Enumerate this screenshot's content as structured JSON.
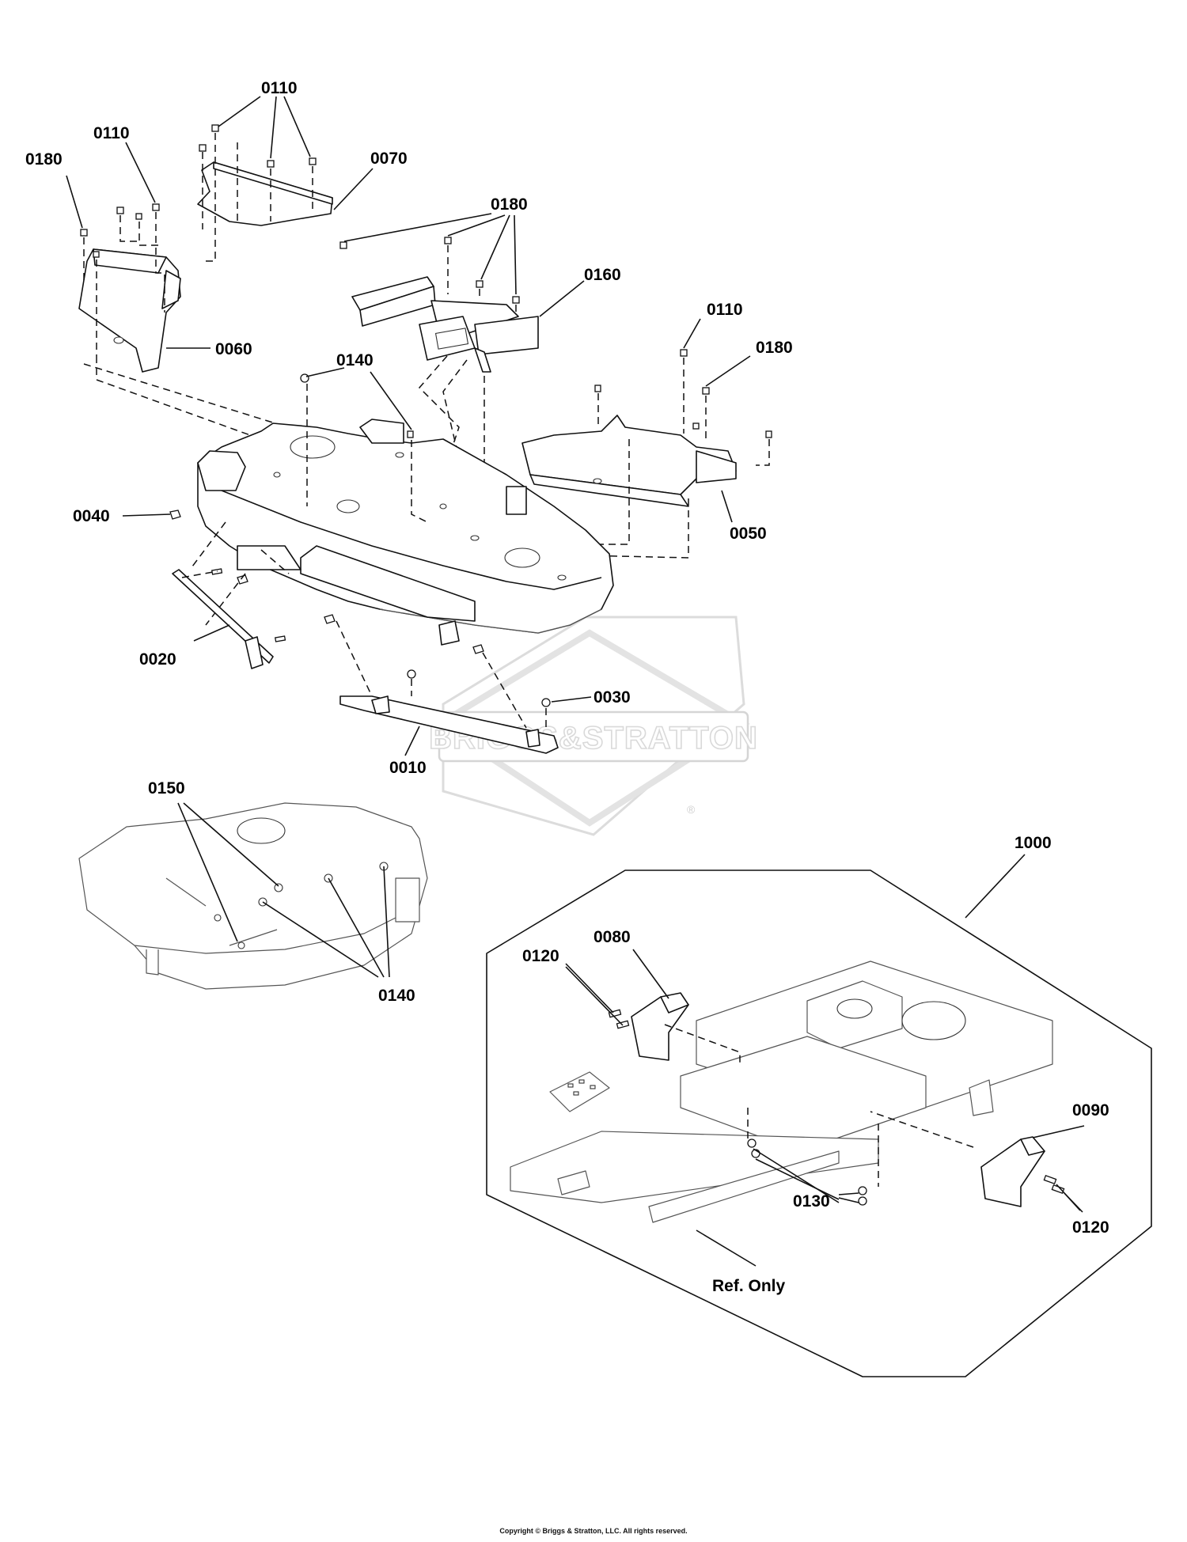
{
  "watermark": {
    "brand": "BRIGGS&STRATTON",
    "registered": "®"
  },
  "copyright": "Copyright © Briggs & Stratton, LLC. All rights reserved.",
  "callouts": [
    "0110",
    "0110",
    "0180",
    "0070",
    "0180",
    "0160",
    "0060",
    "0110",
    "0180",
    "0140",
    "0040",
    "0050",
    "0020",
    "0030",
    "0010",
    "0150",
    "0140",
    "1000",
    "0080",
    "0120",
    "0090",
    "0130",
    "0120",
    "Ref. Only"
  ]
}
